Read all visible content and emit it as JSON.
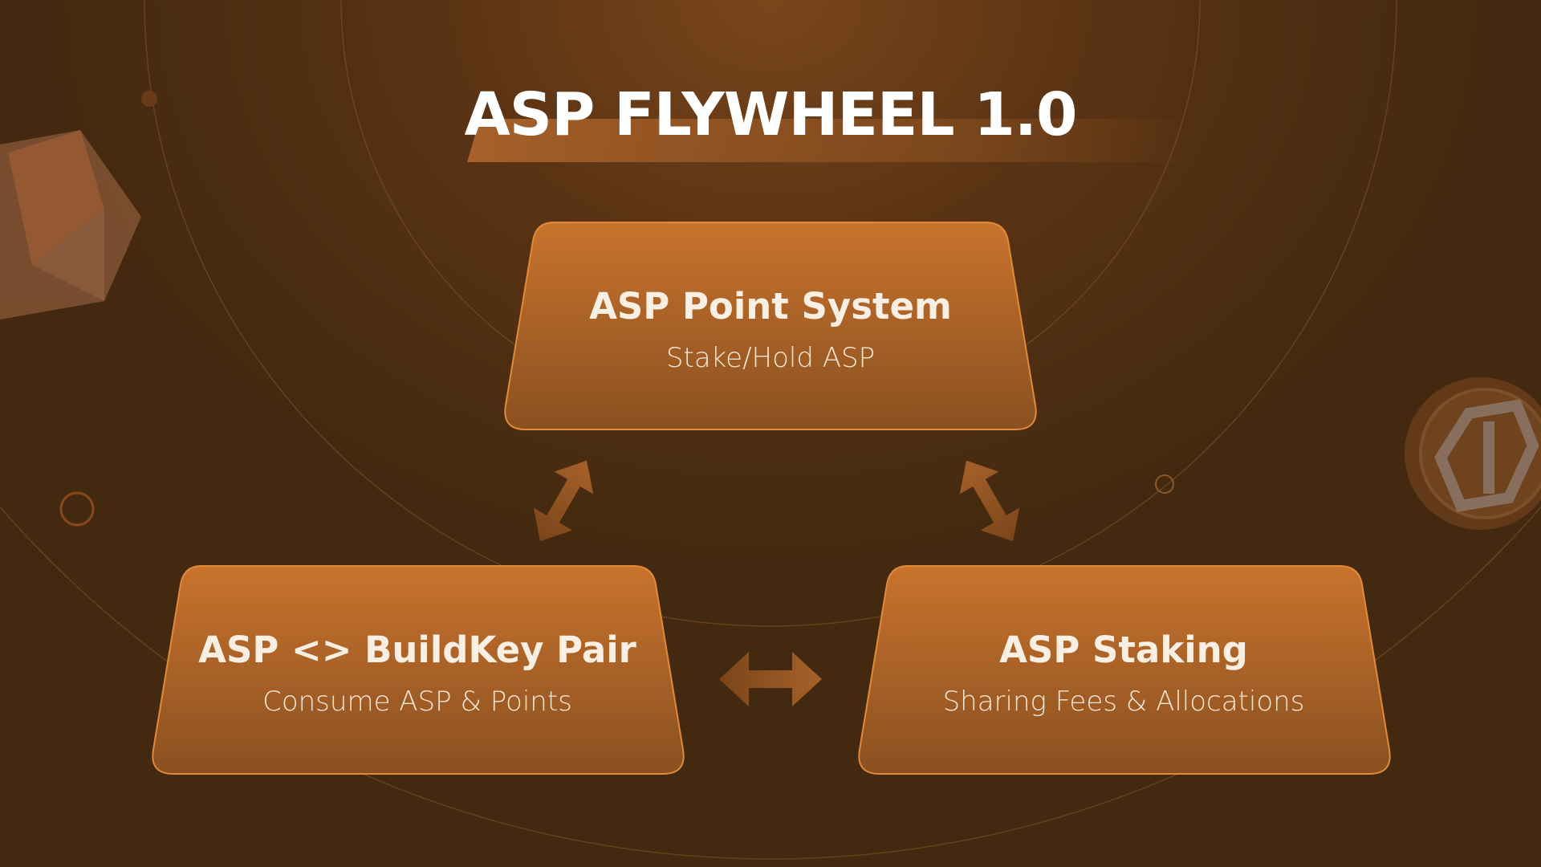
{
  "title": "ASP FLYWHEEL 1.0",
  "nodes": [
    {
      "title": "ASP Point System",
      "subtitle": "Stake/Hold ASP"
    },
    {
      "title": "ASP <> BuildKey Pair",
      "subtitle": "Consume ASP & Points"
    },
    {
      "title": "ASP Staking",
      "subtitle": "Sharing Fees & Allocations"
    }
  ],
  "colors": {
    "box_top": "#c8732d",
    "box_bottom": "#8a5020",
    "arrow": "#9a5a24",
    "background": "#43290f"
  }
}
